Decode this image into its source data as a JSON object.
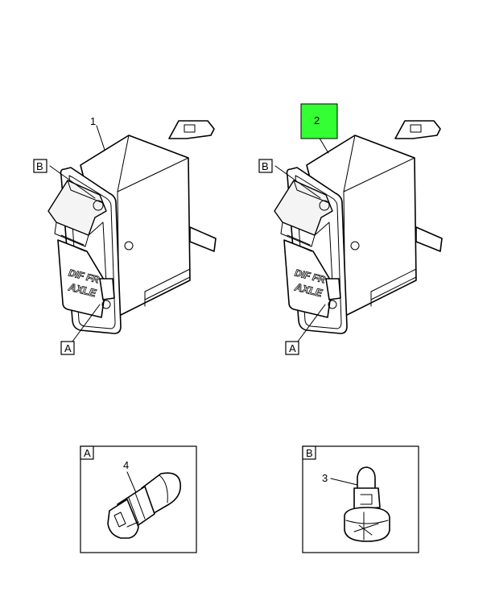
{
  "callouts": {
    "item_1": "1",
    "item_2": "2",
    "item_3": "3",
    "item_4": "4",
    "detail_a": "A",
    "detail_b": "B"
  },
  "switch_legend": {
    "line1": "DIF FR",
    "line2": "AXLE"
  },
  "colors": {
    "highlight": "#33ff33"
  }
}
